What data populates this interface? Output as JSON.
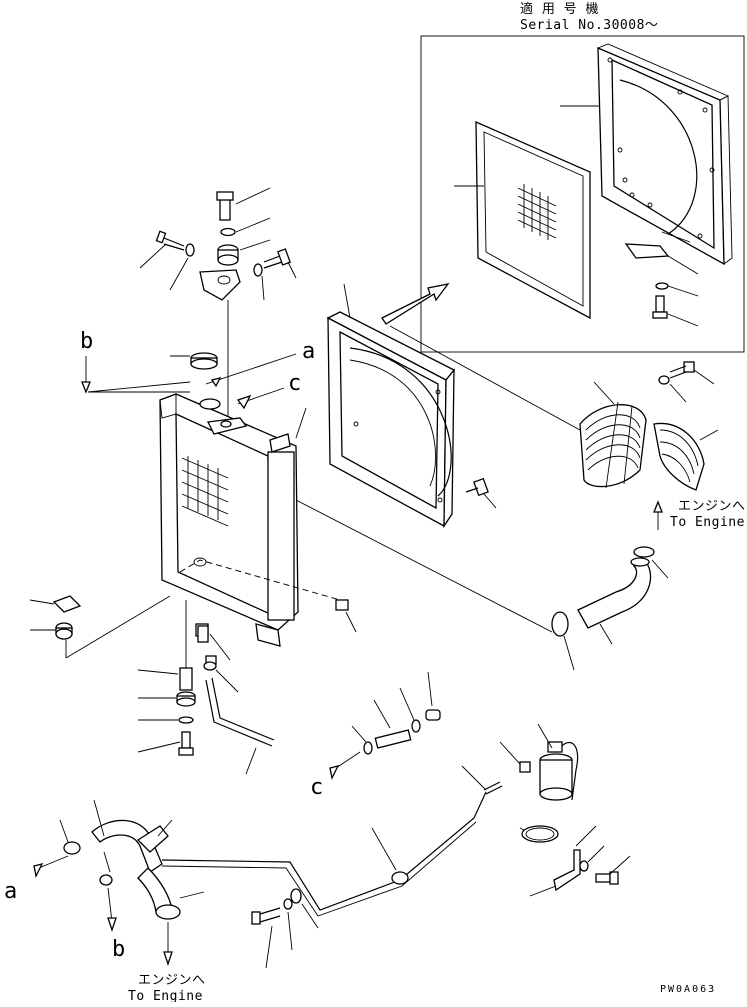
{
  "header": {
    "applicable_model_jp": "適 用 号 機",
    "serial_number": "Serial No.30008～"
  },
  "callouts": {
    "a": "a",
    "b": "b",
    "c": "c"
  },
  "engine_notes": {
    "jp": "エンジンへ",
    "en": "To Engine"
  },
  "drawing_code": "PW0A063"
}
